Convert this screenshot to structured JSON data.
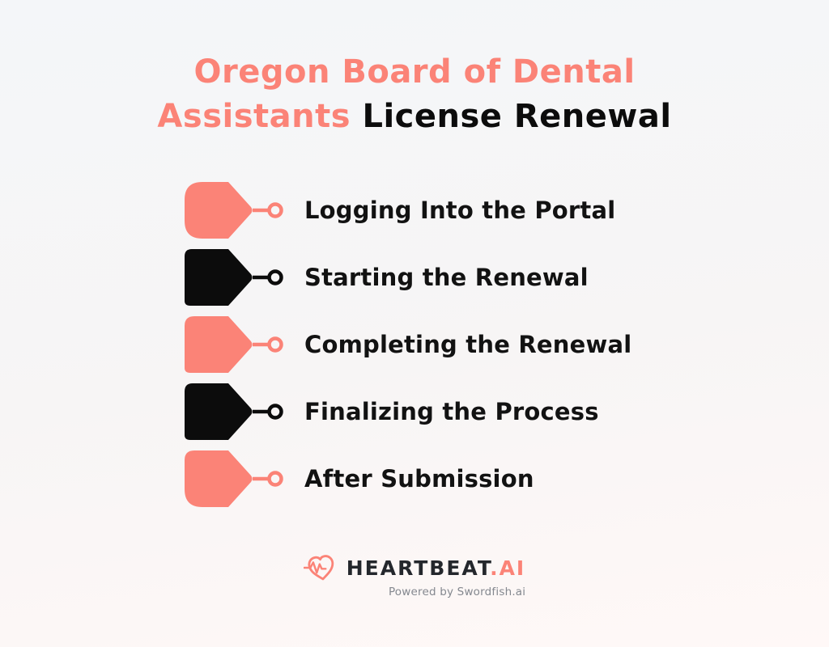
{
  "colors": {
    "accent": "#FB8377",
    "ink": "#0C0C0C",
    "label_text": "#121212",
    "brand_dark": "#24272C",
    "tagline_gray": "#84888F",
    "bg_top": "#F4F6F9",
    "bg_bottom": "#FFF8F7"
  },
  "title": {
    "line1_accent": "Oregon Board of Dental",
    "line2_accent": "Assistants",
    "line2_black": "License Renewal"
  },
  "steps": [
    {
      "label": "Logging Into the Portal",
      "variant": "salmon"
    },
    {
      "label": "Starting the Renewal",
      "variant": "black"
    },
    {
      "label": "Completing the Renewal",
      "variant": "salmon"
    },
    {
      "label": "Finalizing the Process",
      "variant": "black"
    },
    {
      "label": "After Submission",
      "variant": "salmon"
    }
  ],
  "footer": {
    "brand": "HEARTBEAT",
    "brand_suffix": ".AI",
    "tagline": "Powered by Swordfish.ai"
  }
}
